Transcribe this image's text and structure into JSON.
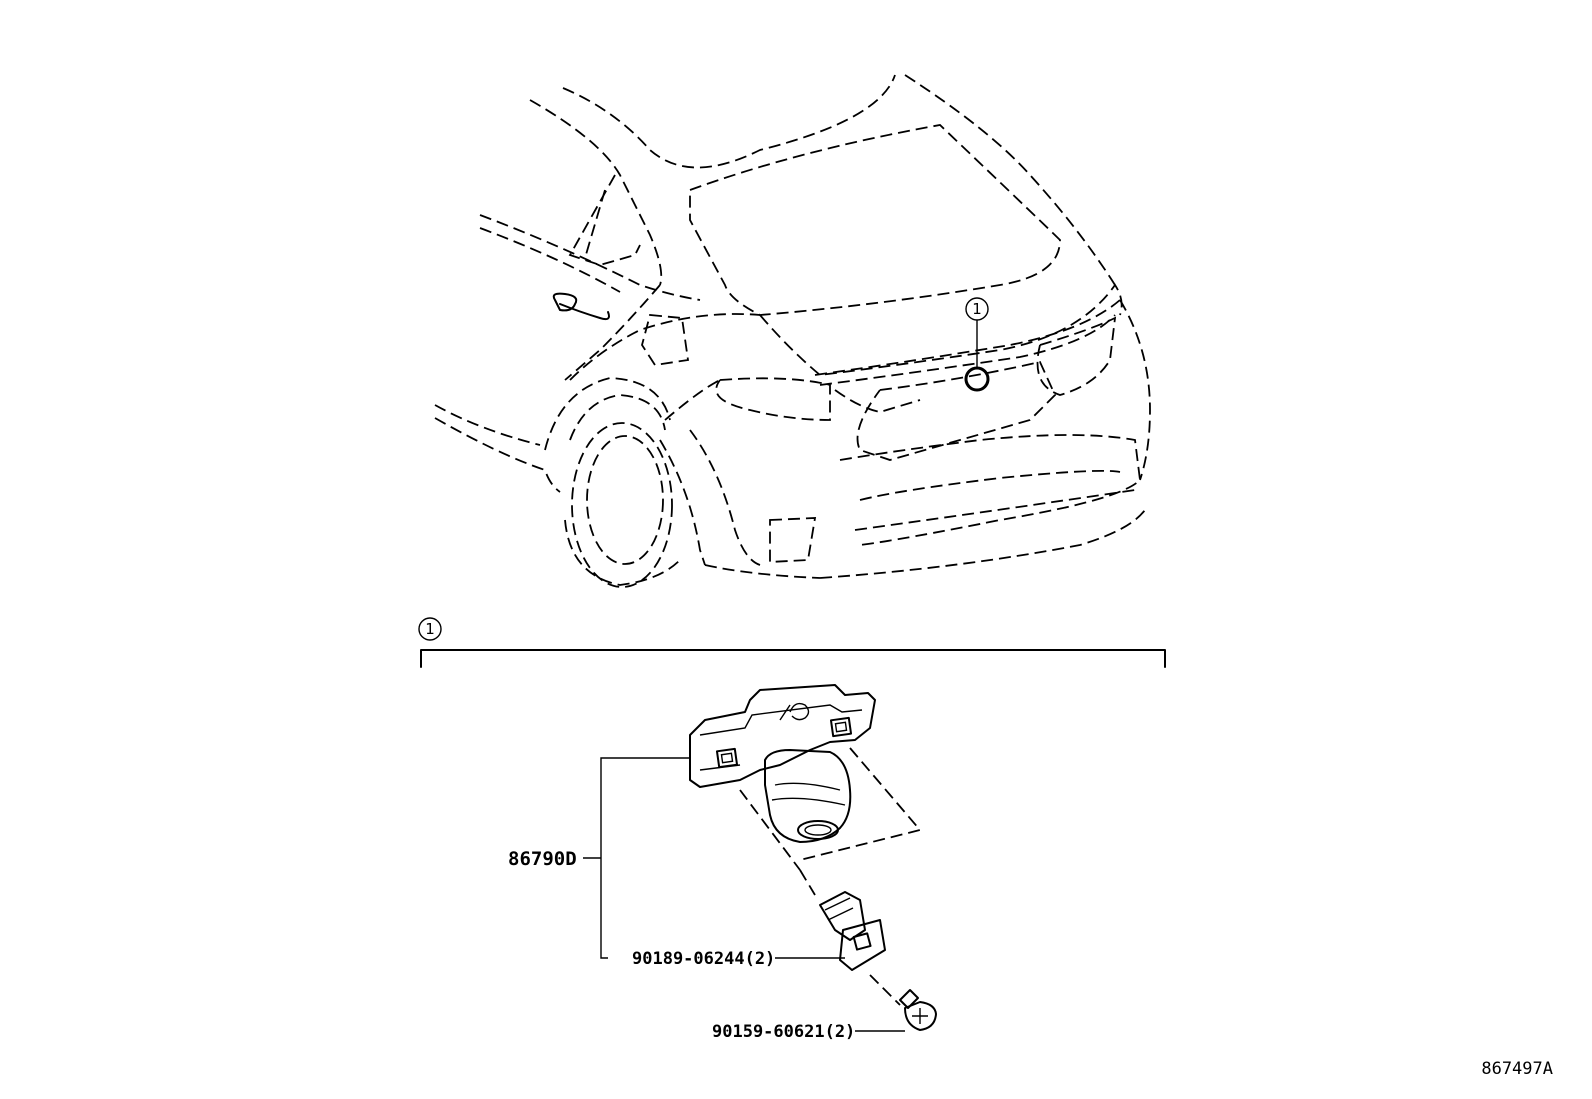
{
  "callouts": {
    "car_marker": "1",
    "group_marker": "1"
  },
  "parts": {
    "camera": "86790D",
    "clip": "90189-06244(2)",
    "screw": "90159-60621(2)"
  },
  "figure_id": "867497A"
}
